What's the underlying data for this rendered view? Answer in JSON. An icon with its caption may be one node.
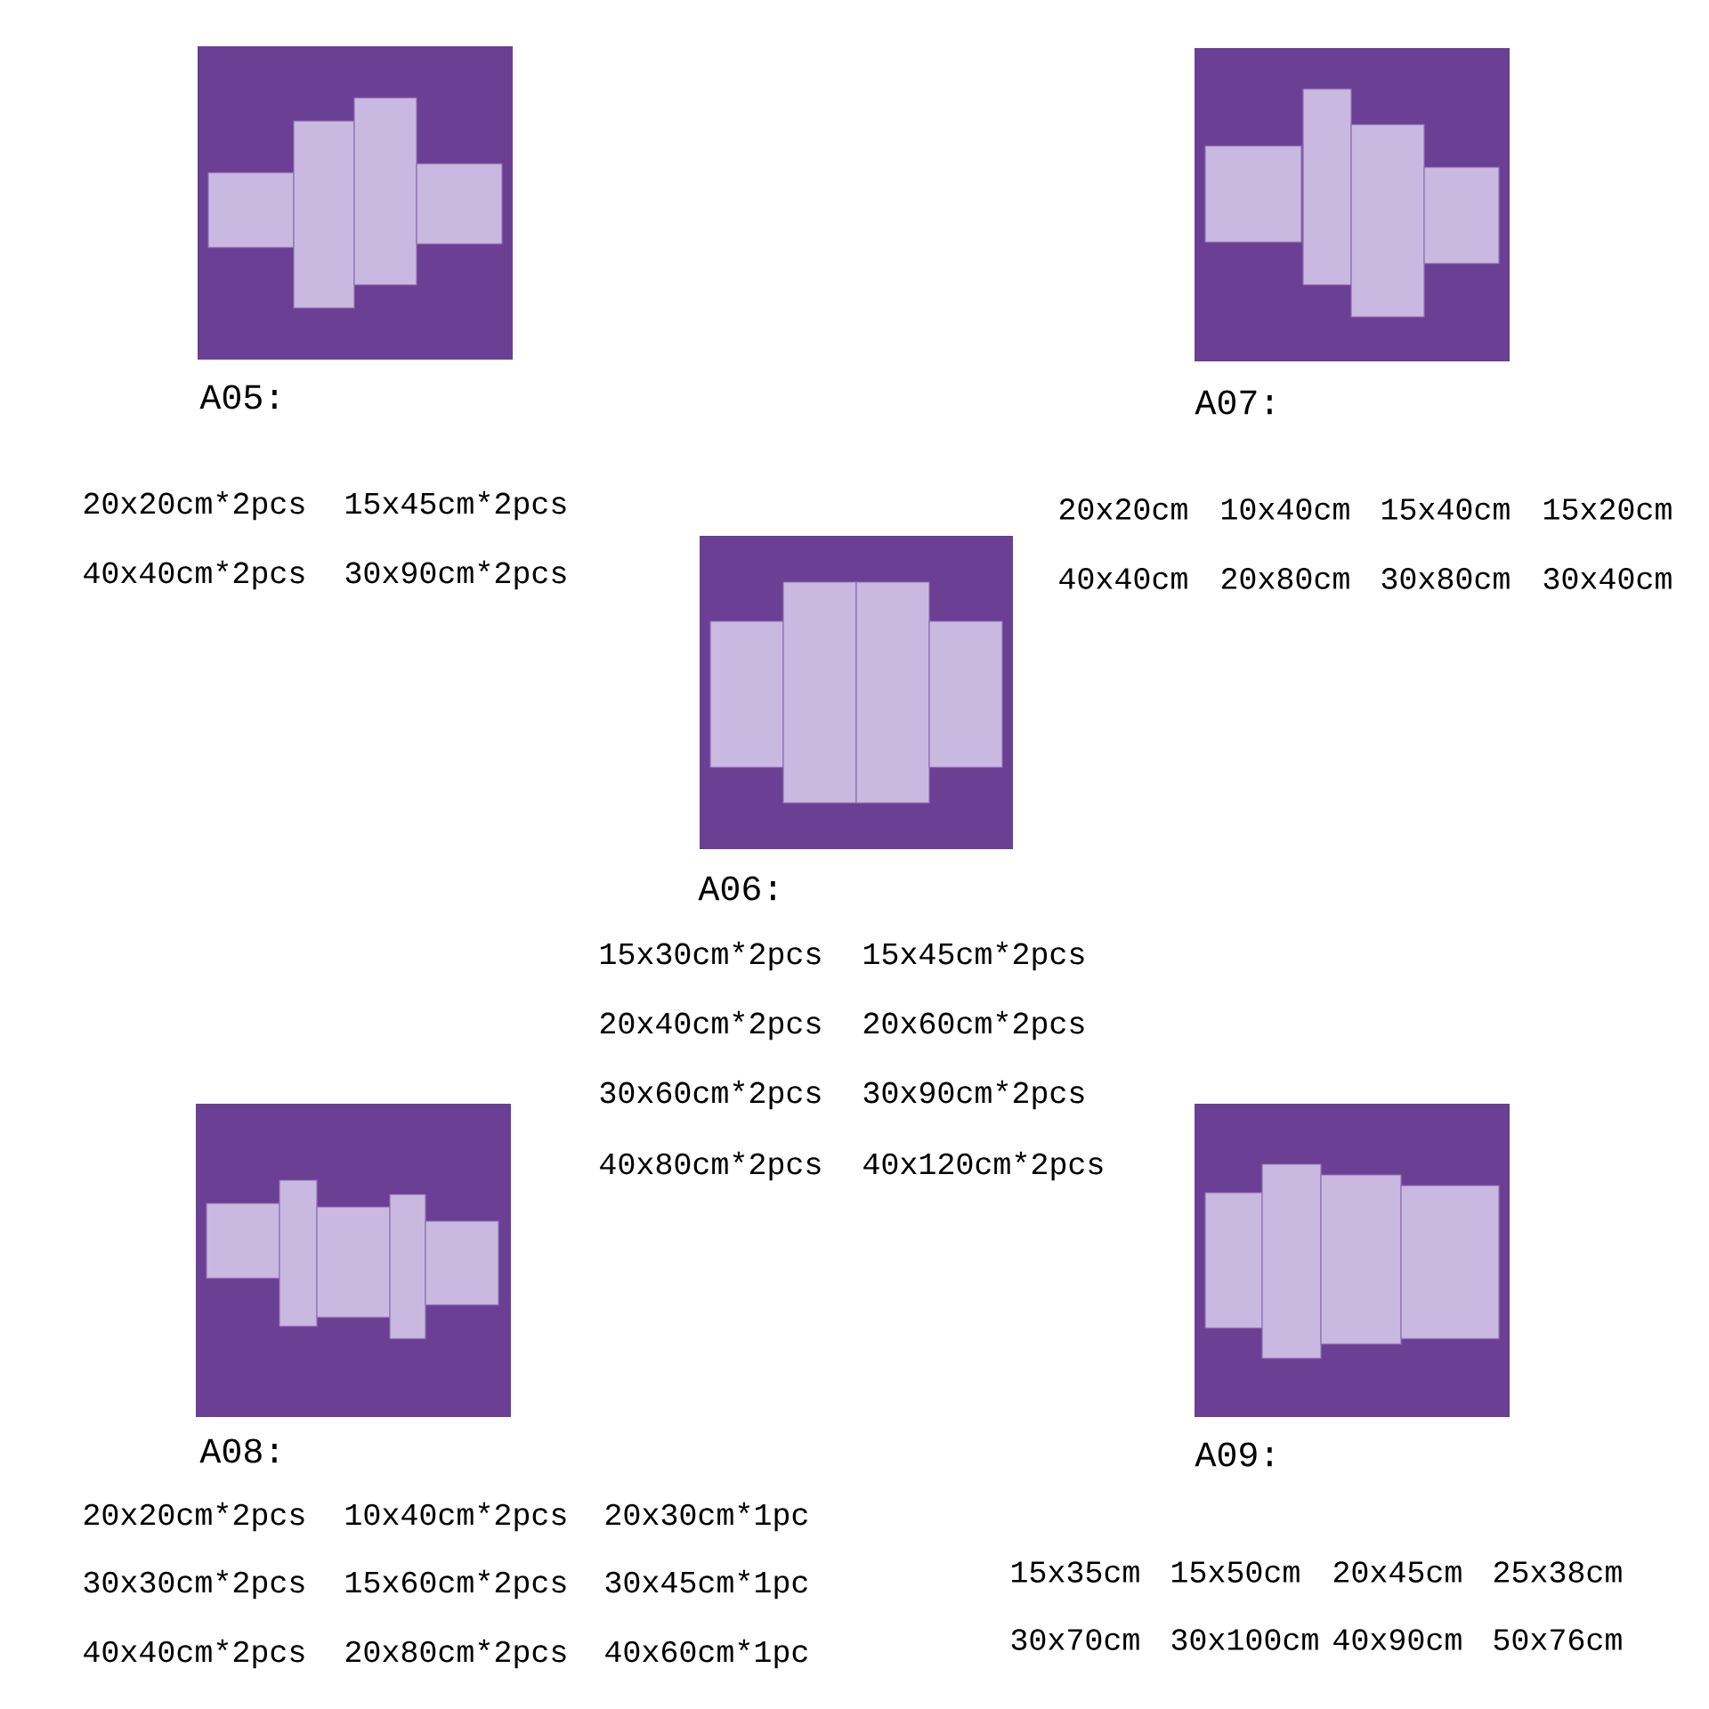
{
  "diagram": {
    "labels": [
      "A05:",
      "A07:",
      "20x20cm*2pcs",
      "15x45cm*2pcs",
      "40x40cm*2pcs",
      "30x90cm*2pcs",
      "20x20cm",
      "10x40cm",
      "15x40cm",
      "15x20cm",
      "40x40cm",
      "20x80cm",
      "30x80cm",
      "30x40cm",
      "A06:",
      "15x30cm*2pcs",
      "15x45cm*2pcs",
      "20x40cm*2pcs",
      "20x60cm*2pcs",
      "30x60cm*2pcs",
      "30x90cm*2pcs",
      "40x80cm*2pcs",
      "40x120cm*2pcs",
      "A08:",
      "A09:",
      "20x20cm*2pcs",
      "10x40cm*2pcs",
      "20x30cm*1pc",
      "30x30cm*2pcs",
      "15x60cm*2pcs",
      "30x45cm*1pc",
      "40x40cm*2pcs",
      "20x80cm*2pcs",
      "40x60cm*1pc",
      "15x35cm",
      "15x50cm",
      "20x45cm",
      "25x38cm",
      "30x70cm",
      "30x100cm",
      "40x90cm",
      "50x76cm"
    ]
  }
}
